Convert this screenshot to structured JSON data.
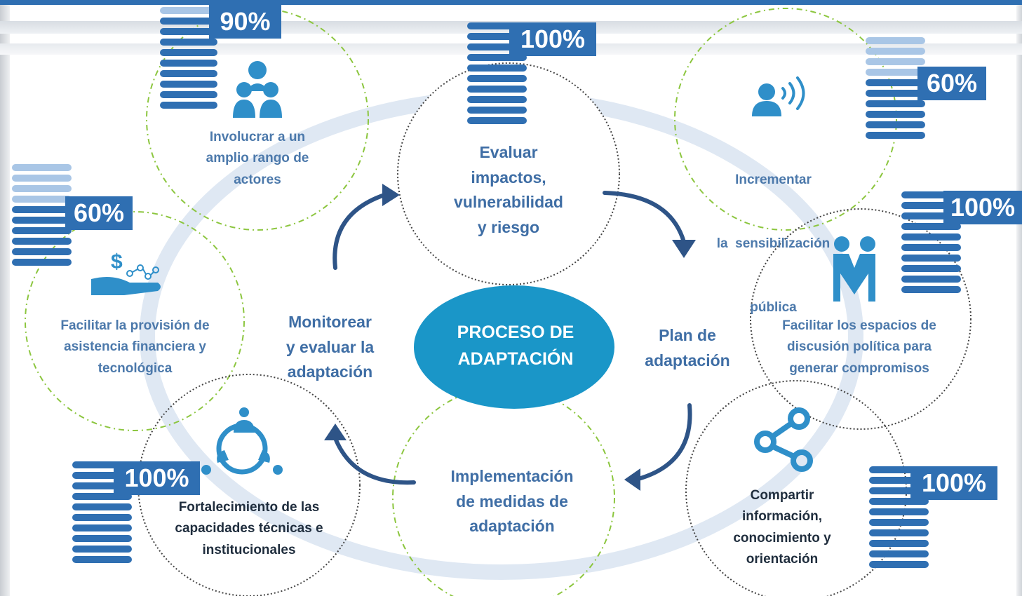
{
  "center": {
    "title_line1": "PROCESO DE",
    "title_line2": "ADAPTACIÓN"
  },
  "cycle": {
    "evaluar": [
      "Evaluar",
      "impactos,",
      "vulnerabilidad",
      "y riesgo"
    ],
    "plan": [
      "Plan de",
      "adaptación"
    ],
    "implementacion": [
      "Implementación",
      "de medidas de",
      "adaptación"
    ],
    "monitorear": [
      "Monitorear",
      "y evaluar la",
      "adaptación"
    ]
  },
  "outer": {
    "involucrar": {
      "lines": [
        "Involucrar a un",
        "amplio rango de",
        "actores"
      ],
      "percent": "90%",
      "filled": 9,
      "total": 10,
      "icon": "people-group-icon"
    },
    "evaluar": {
      "percent": "100%",
      "filled": 10,
      "total": 10
    },
    "incrementar": {
      "lines": [
        "Incrementar",
        "la  sensibilización",
        "pública"
      ],
      "percent": "60%",
      "filled": 6,
      "total": 10,
      "icon": "speaker-person-icon"
    },
    "facilitar_espacios": {
      "lines": [
        "Facilitar los espacios de",
        "discusión política para",
        "generar compromisos"
      ],
      "percent": "100%",
      "filled": 10,
      "total": 10,
      "icon": "handshake-people-icon"
    },
    "compartir": {
      "lines": [
        "Compartir",
        "información,",
        "conocimiento y",
        "orientación"
      ],
      "percent": "100%",
      "filled": 10,
      "total": 10,
      "icon": "share-icon"
    },
    "fortalecimiento": {
      "lines": [
        "Fortalecimiento de las",
        "capacidades técnicas e",
        "institucionales"
      ],
      "percent": "100%",
      "filled": 10,
      "total": 10,
      "icon": "network-people-icon"
    },
    "facilitar_provision": {
      "lines": [
        "Facilitar la provisión de",
        "asistencia financiera y",
        "tecnológica"
      ],
      "percent": "60%",
      "filled": 6,
      "total": 10,
      "icon": "money-hand-icon"
    }
  },
  "colors": {
    "primary": "#2f6fb2",
    "center": "#1a96c8",
    "text": "#3f6ea5",
    "green_dash": "#8cc63f",
    "ring": "#dfe8f3",
    "arrow": "#2e5487"
  }
}
